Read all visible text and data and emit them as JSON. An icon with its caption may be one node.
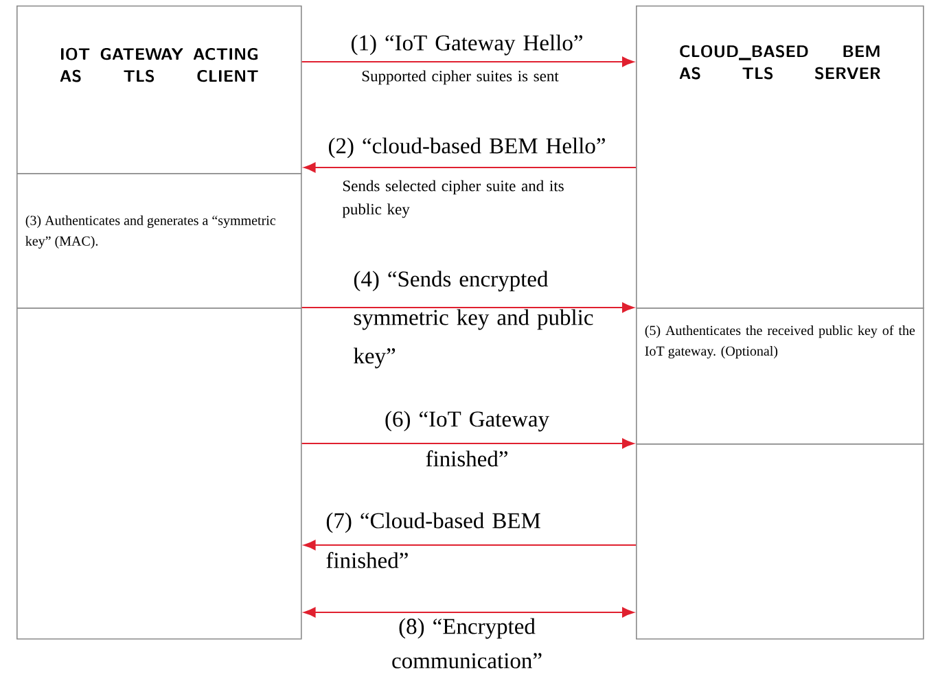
{
  "diagram": {
    "nodes": [
      {
        "text": [
          "IOT GATEWAY ACTING AS TLS CLIENT"
        ]
      },
      {
        "text": [
          "(3) Authenticates and generates a “symmetric key” (MAC)."
        ]
      },
      {
        "text": [],
        "shape": "box"
      },
      {
        "text": [
          "CLOUD_BASED BEM AS TLS SERVER"
        ]
      },
      {
        "text": [
          "(5) Authenticates the received public key of the IoT gateway. (Optional)"
        ]
      },
      {
        "text": [],
        "shape": "box"
      }
    ],
    "edges": [
      {
        "from": 0,
        "to": 3,
        "arrow": "to",
        "label": "(1) “IoT Gateway Hello”"
      },
      {
        "from": 3,
        "to": 0,
        "arrow": "to",
        "label": "(2) “cloud-based BEM Hello”"
      },
      {
        "from": 1,
        "to": 4,
        "arrow": "to",
        "label": "(4) “Sends encrypted symmetric key and public key”"
      },
      {
        "from": 2,
        "to": 4,
        "arrow": "to",
        "label": "(6) “IoT Gateway finished”"
      },
      {
        "from": 5,
        "to": 2,
        "arrow": "to",
        "label": "(7) “Cloud-based BEM finished”"
      },
      {
        "from": 2,
        "to": 5,
        "arrow": "both",
        "label": "(8) “Encrypted communication”"
      }
    ],
    "labels": [
      "Supported cipher suites is sent",
      "Sends selected cipher suite and its public key"
    ]
  }
}
